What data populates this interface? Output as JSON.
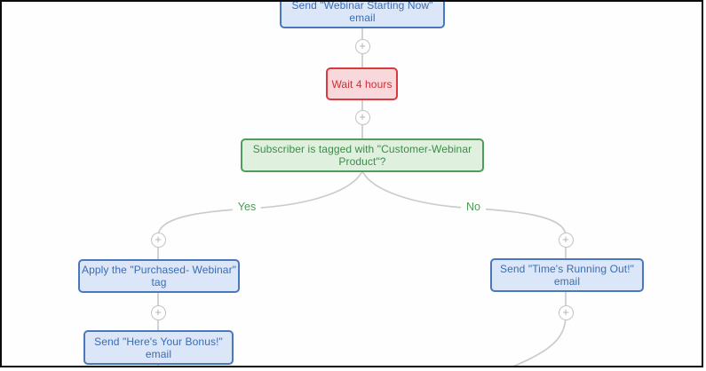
{
  "flowchart": {
    "nodes": [
      {
        "id": "send-webinar-starting-now",
        "label": "Send \"Webinar Starting Now\" email",
        "type": "email-action",
        "fill": "#dbe7f8",
        "border": "#4a78bc",
        "text_color": "#3a6cb4"
      },
      {
        "id": "wait-4-hours",
        "label": "Wait 4 hours",
        "type": "delay",
        "fill": "#f8d8da",
        "border": "#d93a40",
        "text_color": "#d02f36"
      },
      {
        "id": "subscriber-tagged-condition",
        "label": "Subscriber is tagged with \"Customer-Webinar Product\"?",
        "type": "condition",
        "fill": "#dff0de",
        "border": "#509c5a",
        "text_color": "#3c8c48"
      },
      {
        "id": "apply-purchased-webinar-tag",
        "label": "Apply the \"Purchased- Webinar\" tag",
        "type": "tag-action",
        "fill": "#dbe7f8",
        "border": "#4a78bc",
        "text_color": "#3a6cb4"
      },
      {
        "id": "send-heres-your-bonus",
        "label": "Send \"Here's Your Bonus!\" email",
        "type": "email-action",
        "fill": "#dbe7f8",
        "border": "#4a78bc",
        "text_color": "#3a6cb4"
      },
      {
        "id": "send-times-running-out",
        "label": "Send \"Time's Running Out!\" email",
        "type": "email-action",
        "fill": "#dbe7f8",
        "border": "#4a78bc",
        "text_color": "#3a6cb4"
      }
    ],
    "branch_labels": {
      "yes": "Yes",
      "no": "No",
      "color": "#4e9a57"
    },
    "connector_color": "#cbcbcb"
  },
  "icons": {
    "plus_glyph": "+"
  }
}
